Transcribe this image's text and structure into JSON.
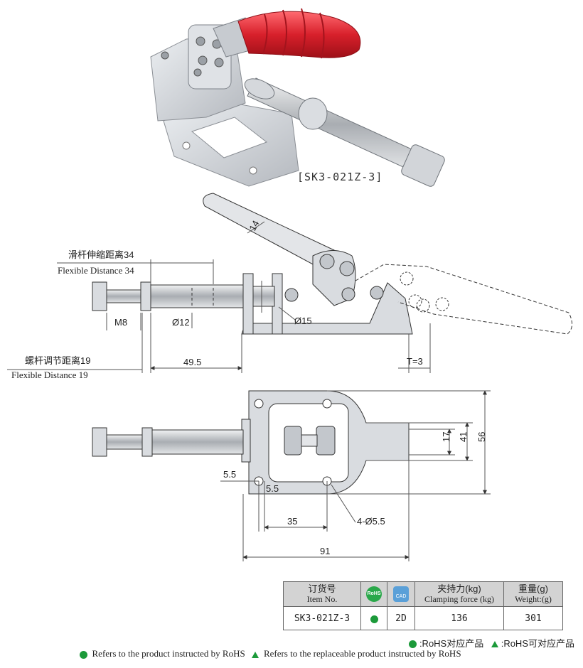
{
  "product": {
    "code_label": "[SK3-021Z-3]"
  },
  "dimensions": {
    "flex34_cn": "滑杆伸缩距离34",
    "flex34_en": "Flexible Distance 34",
    "flex19_cn": "螺杆调节距离19",
    "flex19_en": "Flexible Distance 19",
    "handle": "14",
    "thread": "M8",
    "rod_dia": "Ø12",
    "collar_dia": "Ø15",
    "length_49": "49.5",
    "thickness": "T=3",
    "width_17": "17",
    "width_41": "41",
    "width_56": "56",
    "offset_a": "5.5",
    "offset_b": "5.5",
    "hole_spacing": "35",
    "holes": "4-Ø5.5",
    "overall_length": "91"
  },
  "table": {
    "h_item_cn": "订货号",
    "h_item_en": "Item No.",
    "h_rohs": "RoHS",
    "h_cad": "CAD",
    "h_force_cn": "夹持力(kg)",
    "h_force_en": "Clamping force (kg)",
    "h_weight_cn": "重量(g)",
    "h_weight_en": "Weight:(g)",
    "item": "SK3-021Z-3",
    "cad": "2D",
    "force": "136",
    "weight": "301"
  },
  "legend": {
    "cn_a": ":RoHS对应产品",
    "cn_b": ":RoHS可对应产品",
    "en_a": "Refers to the product instructed by RoHS",
    "en_b": "Refers to the replaceable product instructed by RoHS"
  },
  "colors": {
    "grip": "#d8202b",
    "steel": "#c9ccd0",
    "rohs": "#1c9a3a"
  }
}
